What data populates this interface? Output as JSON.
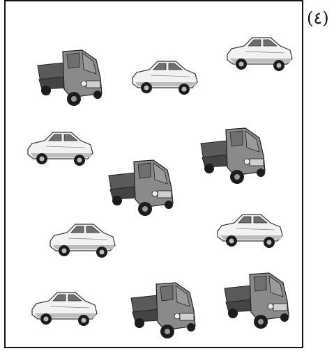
{
  "exercise": {
    "number": "(٤)"
  },
  "colors": {
    "frame": "#111111",
    "sedan_body": "#f2f2f2",
    "sedan_shade": "#bdbdbd",
    "truck_cab": "#8a8a8a",
    "truck_bed": "#5a5a5a",
    "tire": "#1c1c1c",
    "glass": "#6f6f6f"
  },
  "items": [
    {
      "kind": "truck",
      "icon": "pickup-truck-icon"
    },
    {
      "kind": "sedan",
      "icon": "sedan-car-icon"
    },
    {
      "kind": "sedan",
      "icon": "sedan-car-icon"
    },
    {
      "kind": "sedan",
      "icon": "sedan-car-icon"
    },
    {
      "kind": "truck",
      "icon": "pickup-truck-icon"
    },
    {
      "kind": "truck",
      "icon": "pickup-truck-icon"
    },
    {
      "kind": "sedan",
      "icon": "sedan-car-icon"
    },
    {
      "kind": "sedan",
      "icon": "sedan-car-icon"
    },
    {
      "kind": "sedan",
      "icon": "sedan-car-icon"
    },
    {
      "kind": "truck",
      "icon": "pickup-truck-icon"
    },
    {
      "kind": "truck",
      "icon": "pickup-truck-icon"
    }
  ]
}
